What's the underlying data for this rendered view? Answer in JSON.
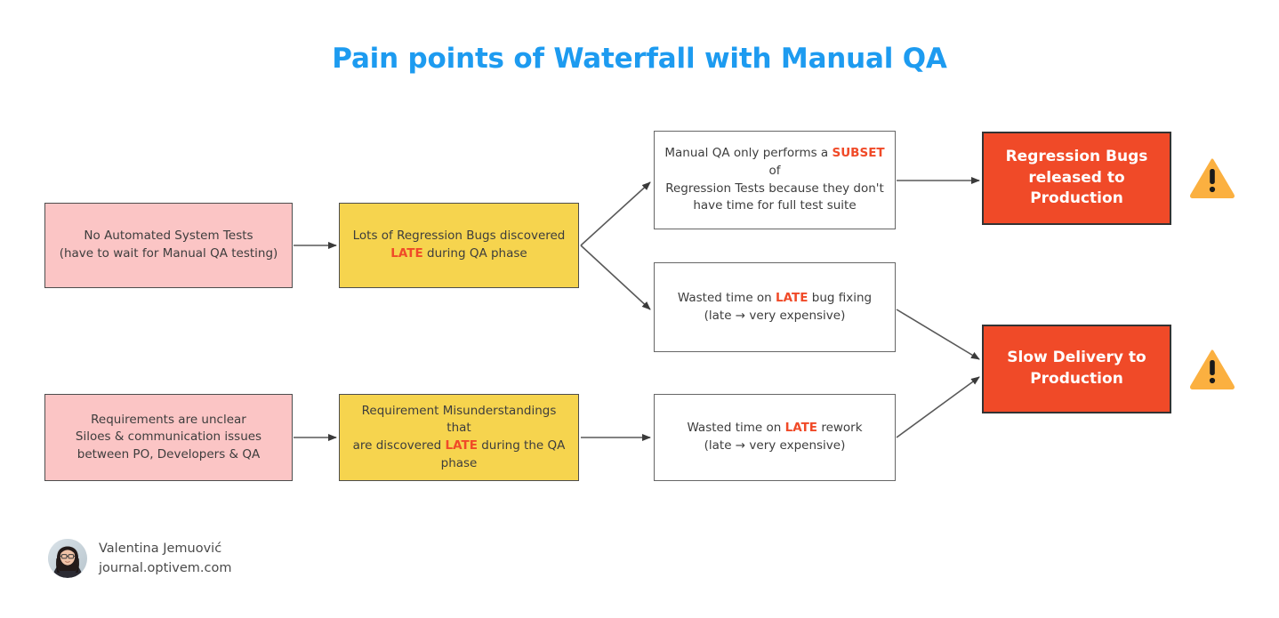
{
  "title": "Pain points of Waterfall with Manual QA",
  "colors": {
    "title": "#1D9BF0",
    "pink": "#FBC5C5",
    "yellow": "#F6D44E",
    "red": "#F04A28",
    "white": "#FFFFFF",
    "highlight": "#F04A28",
    "warning": "#FBB040",
    "border": "#4D4D4D"
  },
  "nodes": {
    "no_automated_tests": {
      "line1": "No Automated System Tests",
      "line2": "(have to wait for Manual QA testing)"
    },
    "regression_bugs_late": {
      "line1": "Lots of Regression Bugs discovered",
      "line2_pre": "",
      "line2_hl": "LATE",
      "line2_post": " during QA phase"
    },
    "manual_qa_subset": {
      "line1_pre": "Manual QA only performs a ",
      "line1_hl": "SUBSET",
      "line1_post": " of",
      "line2": "Regression Tests because they don't",
      "line3": "have time for full test suite"
    },
    "wasted_bug_fixing": {
      "line1_pre": "Wasted time on ",
      "line1_hl": "LATE",
      "line1_post": " bug fixing",
      "line2": "(late → very expensive)"
    },
    "regression_released": {
      "line1": "Regression Bugs",
      "line2": "released to",
      "line3": "Production"
    },
    "requirements_unclear": {
      "line1": "Requirements are unclear",
      "line2": "Siloes & communication issues",
      "line3": "between PO, Developers & QA"
    },
    "requirement_misunderstandings": {
      "line1": "Requirement Misunderstandings that",
      "line2_pre": "are discovered ",
      "line2_hl": "LATE",
      "line2_post": " during the QA",
      "line3": "phase"
    },
    "wasted_rework": {
      "line1_pre": "Wasted time on ",
      "line1_hl": "LATE",
      "line1_post": " rework",
      "line2": "(late → very expensive)"
    },
    "slow_delivery": {
      "line1": "Slow Delivery to",
      "line2": "Production"
    }
  },
  "icons": {
    "warning_regression": "warning-triangle-icon",
    "warning_slow": "warning-triangle-icon",
    "avatar": "avatar-photo"
  },
  "footer": {
    "author": "Valentina Jemuović",
    "site": "journal.optivem.com"
  }
}
